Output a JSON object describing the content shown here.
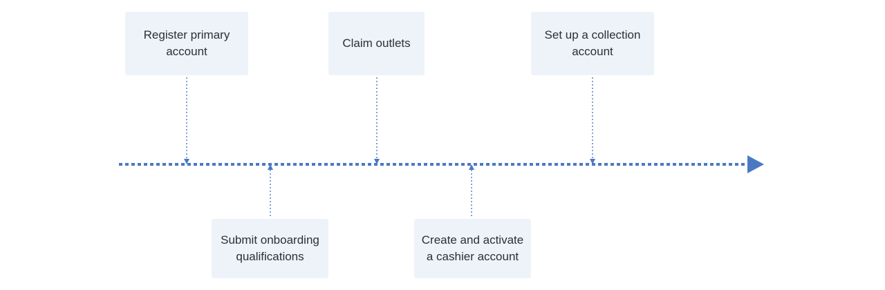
{
  "colors": {
    "accent": "#4a79c4",
    "box_fill": "#eef3fa",
    "text": "#2b2f36"
  },
  "steps": [
    {
      "label": "Register primary account",
      "side": "above"
    },
    {
      "label": "Submit onboarding qualifications",
      "side": "below"
    },
    {
      "label": "Claim outlets",
      "side": "above"
    },
    {
      "label": "Create and activate a cashier account",
      "side": "below"
    },
    {
      "label": "Set up a collection account",
      "side": "above"
    }
  ]
}
